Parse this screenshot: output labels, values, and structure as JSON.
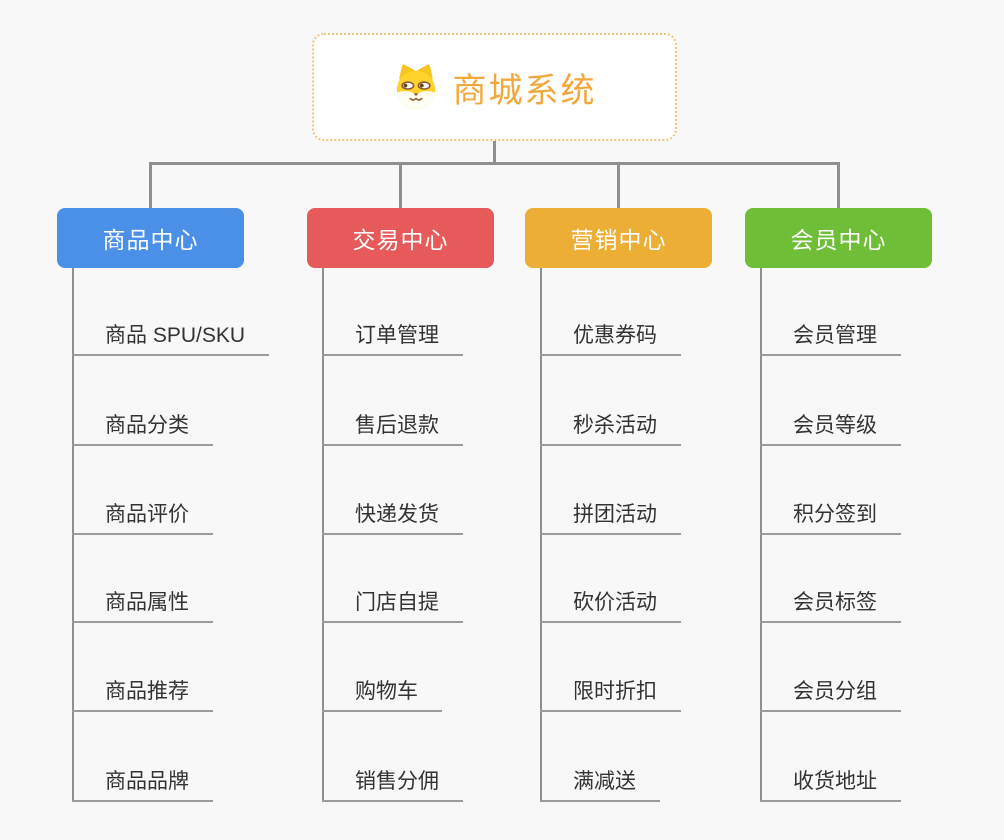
{
  "app": {
    "title": "商城系统",
    "root_icon": "dog-face-icon"
  },
  "colors": {
    "background": "#f8f8f8",
    "connector": "#8f8f8f",
    "leaf_line": "#9b9b9b",
    "leaf_text": "#333333",
    "root_border": "#f4c377",
    "root_text": "#f2a83c"
  },
  "branches": [
    {
      "label": "商品中心",
      "color": "#4a90e8",
      "items": [
        "商品 SPU/SKU",
        "商品分类",
        "商品评价",
        "商品属性",
        "商品推荐",
        "商品品牌"
      ]
    },
    {
      "label": "交易中心",
      "color": "#e65a5a",
      "items": [
        "订单管理",
        "售后退款",
        "快递发货",
        "门店自提",
        "购物车",
        "销售分佣"
      ]
    },
    {
      "label": "营销中心",
      "color": "#ecae35",
      "items": [
        "优惠券码",
        "秒杀活动",
        "拼团活动",
        "砍价活动",
        "限时折扣",
        "满减送"
      ]
    },
    {
      "label": "会员中心",
      "color": "#6ebe38",
      "items": [
        "会员管理",
        "会员等级",
        "积分签到",
        "会员标签",
        "会员分组",
        "收货地址"
      ]
    }
  ]
}
